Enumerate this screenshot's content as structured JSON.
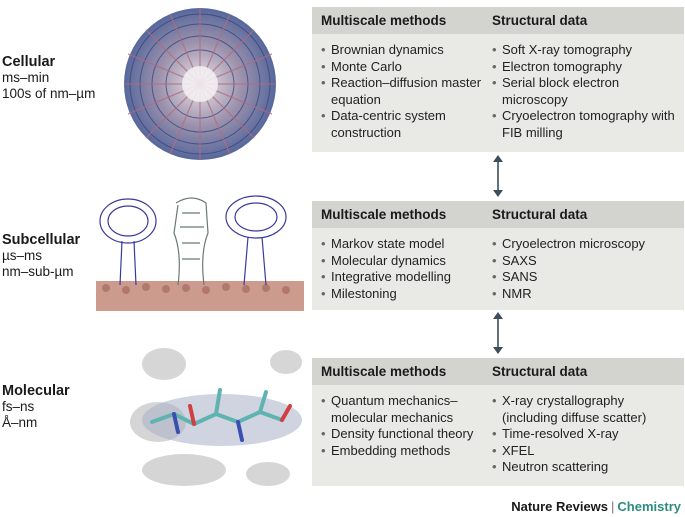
{
  "levels": [
    {
      "name": "Cellular",
      "time": "ms–min",
      "length": "100s of nm–µm",
      "methods_header": "Multiscale methods",
      "data_header": "Structural data",
      "methods": [
        "Brownian dynamics",
        "Monte Carlo",
        "Reaction–diffusion master equation",
        "Data-centric system construction"
      ],
      "data": [
        "Soft X-ray tomography",
        "Electron tomography",
        "Serial block electron microscopy",
        "Cryoelectron tomography with FIB milling"
      ]
    },
    {
      "name": "Subcellular",
      "time": "µs–ms",
      "length": "nm–sub-µm",
      "methods_header": "Multiscale methods",
      "data_header": "Structural data",
      "methods": [
        "Markov state model",
        "Molecular dynamics",
        "Integrative modelling",
        "Milestoning"
      ],
      "data": [
        "Cryoelectron microscopy",
        "SAXS",
        "SANS",
        "NMR"
      ]
    },
    {
      "name": "Molecular",
      "time": "fs–ns",
      "length": "Å–nm",
      "methods_header": "Multiscale methods",
      "data_header": "Structural data",
      "methods": [
        "Quantum mechanics–molecular mechanics",
        "Density functional theory",
        "Embedding methods"
      ],
      "data": [
        "X-ray crystallography (including diffuse scatter)",
        "Time-resolved X-ray",
        "XFEL",
        "Neutron scattering"
      ]
    }
  ],
  "footer": {
    "brand": "Nature Reviews",
    "separator": "|",
    "journal": "Chemistry"
  },
  "colors": {
    "panel_bg": "#e9e9e6",
    "panel_header": "#d3d3cf",
    "arrow": "#3d4f5c",
    "journal": "#2c8c7e",
    "virus_blue": "#3a4d8a",
    "virus_pink": "#b36a80",
    "membrane": "#c48a7a",
    "density_grey": "#c8c8c8",
    "carbon_teal": "#5fb3b0"
  }
}
